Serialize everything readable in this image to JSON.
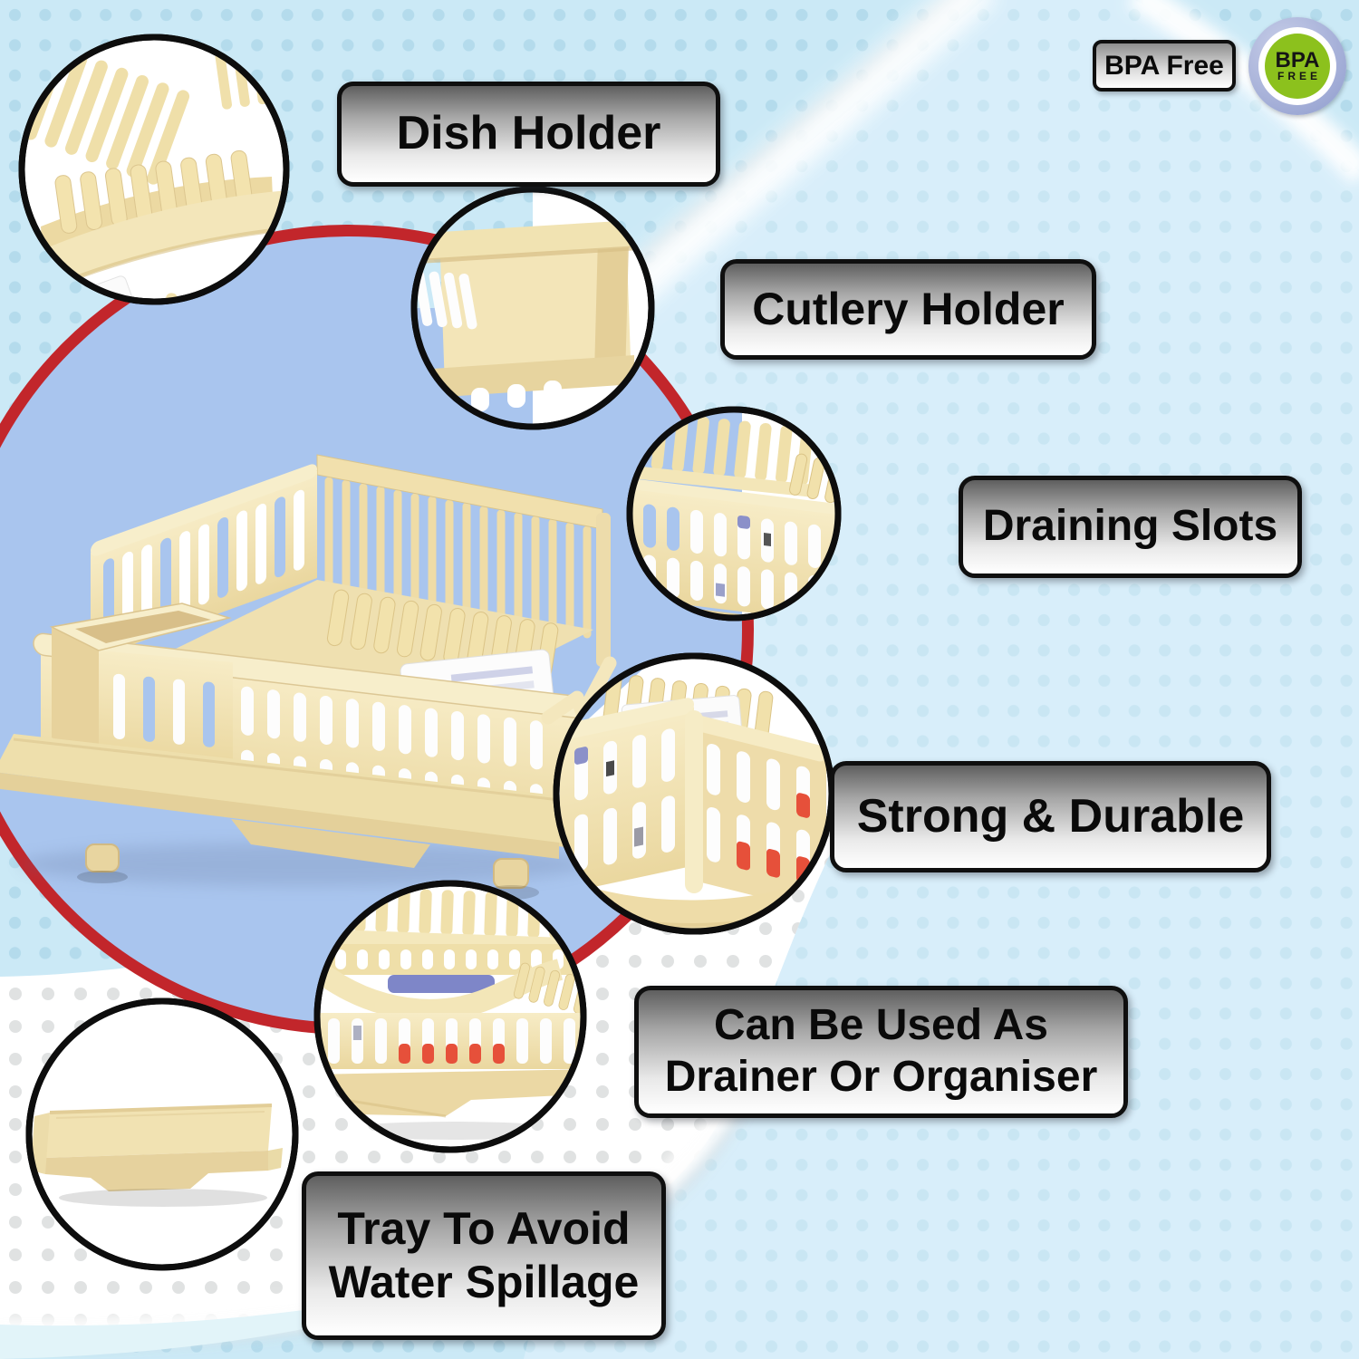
{
  "badges": {
    "bpa_free_label": "BPA Free",
    "bpa_logo_top": "BPA",
    "bpa_logo_bottom": "FREE"
  },
  "callouts": [
    {
      "id": "dish-holder",
      "label": "Dish Holder"
    },
    {
      "id": "cutlery-holder",
      "label": "Cutlery Holder"
    },
    {
      "id": "draining-slots",
      "label": "Draining Slots"
    },
    {
      "id": "strong-durable",
      "label": "Strong & Durable"
    },
    {
      "id": "drainer-organiser",
      "label": "Can Be Used As\nDrainer Or Organiser"
    },
    {
      "id": "spillage-tray",
      "label": "Tray To Avoid\nWater Spillage"
    }
  ],
  "colors": {
    "background_blue": "#cbe9f6",
    "dot_blue": "#b4dbec",
    "lighter_field": "#d8eefa",
    "white_swoosh": "#ffffff",
    "backdrop_periwinkle": "#a9c5ee",
    "ring_red": "#c2262b",
    "product_cream": "#f2e3b4",
    "label_border": "#0f0f0f",
    "bpa_green": "#8cc11d",
    "bpa_ring_lavender": "#a6b0d8"
  }
}
